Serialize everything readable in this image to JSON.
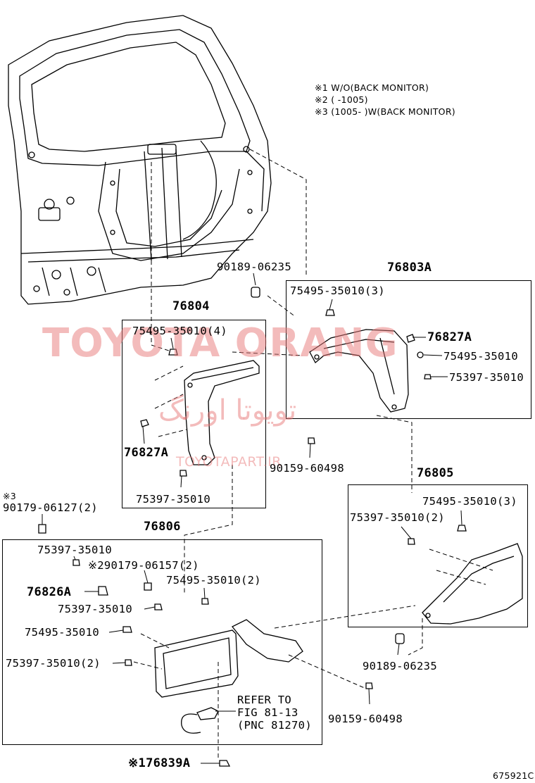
{
  "notes": [
    "※1 W/O(BACK MONITOR)",
    "※2 (        -1005)",
    "※3 (1005-        )W(BACK MONITOR)"
  ],
  "watermark": {
    "brand": "TOYOTA ORANG",
    "arabic": "تويوتا اورنگ",
    "site": "TOYOTAPART.IR"
  },
  "labels": {
    "p90189_top": "90189-06235",
    "p76803A": "76803A",
    "p75495_3_right": "75495-35010(3)",
    "p76827A_right": "76827A",
    "p75495_right": "75495-35010",
    "p75397_right": "75397-35010",
    "p76804": "76804",
    "p75495_4": "75495-35010(4)",
    "p76827A_left": "76827A",
    "p75397_left": "75397-35010",
    "p90159_mid": "90159-60498",
    "p76805": "76805",
    "p75495_3_low": "75495-35010(3)",
    "p75397_2_right": "75397-35010(2)",
    "p90189_low": "90189-06235",
    "note3_mark": "※3",
    "p90179_06127": "90179-06127(2)",
    "p76806": "76806",
    "p75397_a": "75397-35010",
    "p90179_06157": "※290179-06157(2)",
    "p75495_2": "75495-35010(2)",
    "p76826A": "76826A",
    "p75397_b": "75397-35010",
    "p75495_c": "75495-35010",
    "p75397_2_left": "75397-35010(2)",
    "refer1": "REFER TO",
    "refer2": "FIG 81-13",
    "refer3": "(PNC 81270)",
    "p90159_low": "90159-60498",
    "p76839A": "※176839A",
    "figure_id": "675921C"
  }
}
